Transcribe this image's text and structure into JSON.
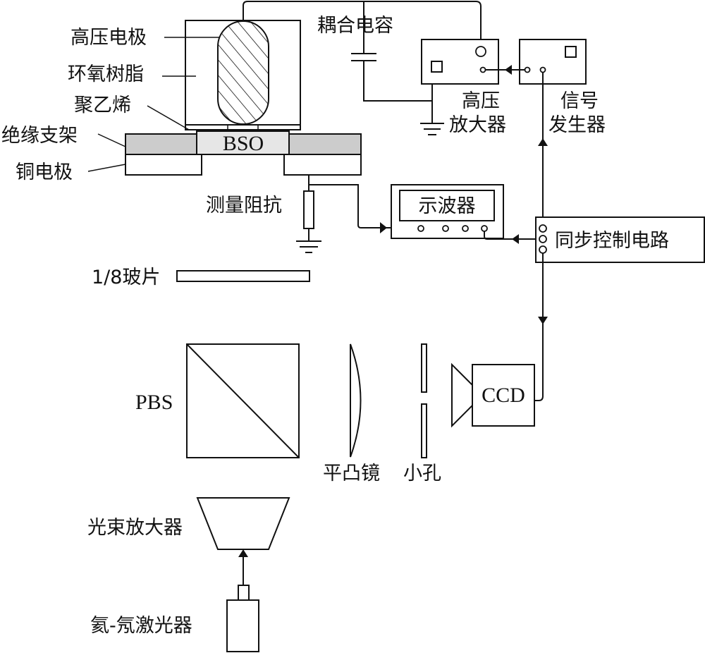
{
  "diagram": {
    "title": "",
    "labels": {
      "hv_electrode": "高压电极",
      "epoxy": "环氧树脂",
      "polyethylene": "聚乙烯",
      "insulating_support": "绝缘支架",
      "copper_electrode": "铜电极",
      "bso": "BSO",
      "coupling_capacitor": "耦合电容",
      "hv_amplifier_line1": "高压",
      "hv_amplifier_line2": "放大器",
      "signal_gen_line1": "信号",
      "signal_gen_line2": "发生器",
      "measure_impedance": "测量阻抗",
      "oscilloscope": "示波器",
      "sync_control": "同步控制电路",
      "quarter_wave_plate": "1/8玻片",
      "pbs": "PBS",
      "plano_convex_lens": "平凸镜",
      "pinhole": "小孔",
      "ccd": "CCD",
      "beam_expander": "光束放大器",
      "laser": "氦-氖激光器"
    },
    "components": [
      "high-voltage electrode",
      "epoxy resin housing",
      "polyethylene layer",
      "insulating support",
      "copper electrodes",
      "BSO crystal",
      "coupling capacitor",
      "high-voltage amplifier",
      "signal generator",
      "measurement impedance",
      "oscilloscope",
      "synchronization control circuit",
      "wave plate",
      "polarizing beam splitter",
      "plano-convex lens",
      "pinhole",
      "CCD camera",
      "beam expander",
      "He-Ne laser"
    ],
    "colors": {
      "line": "#111111",
      "support_fill": "#cccccc",
      "bso_fill": "#e6e6e6",
      "background": "#ffffff"
    }
  }
}
